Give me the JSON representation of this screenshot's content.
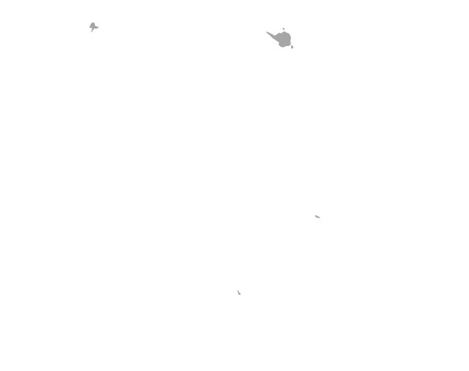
{
  "map": {
    "background_color": "#ffffff",
    "feature_color": "#a6a6a6",
    "features": [
      {
        "name": "urban-area-northwest",
        "kind": "built-up area"
      },
      {
        "name": "urban-area-north",
        "kind": "built-up area"
      },
      {
        "name": "urban-area-east",
        "kind": "built-up area"
      },
      {
        "name": "urban-area-south",
        "kind": "built-up area"
      }
    ]
  }
}
